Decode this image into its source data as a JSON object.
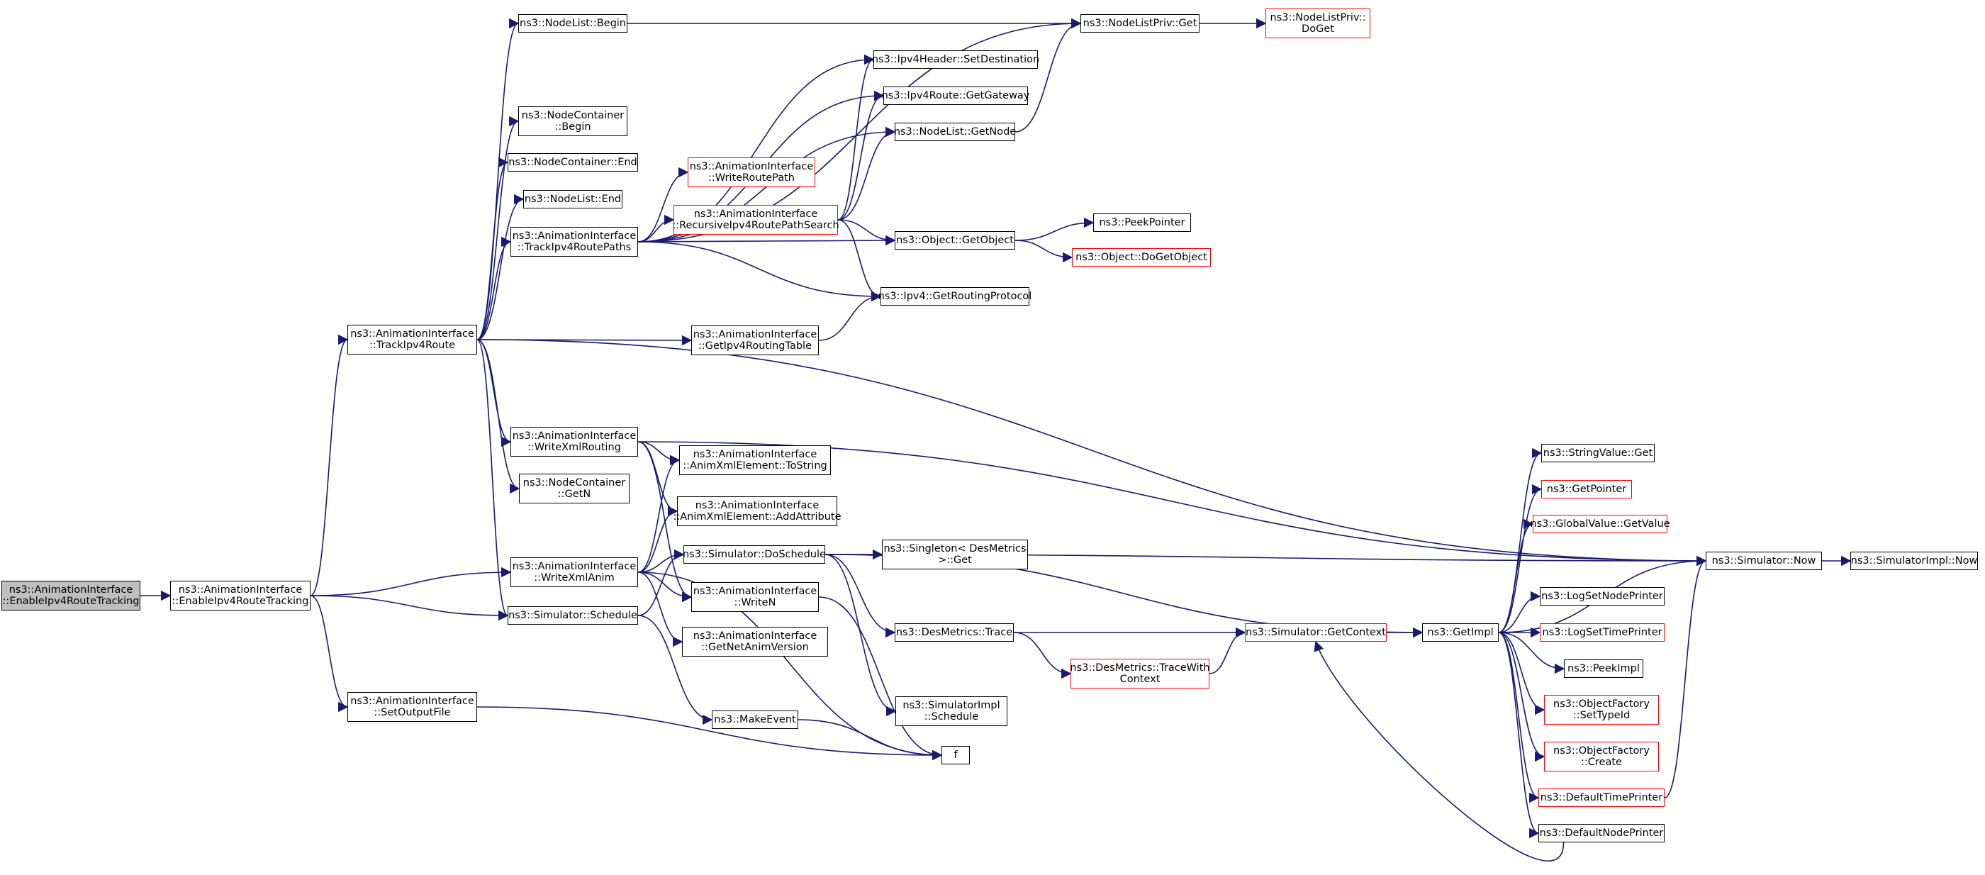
{
  "colors": {
    "edge": "#191970",
    "node_border": "#000000",
    "incomplete_border": "#ff0000",
    "root_fill": "#bfbfbf"
  },
  "nodes": [
    {
      "id": "root",
      "lines": [
        "ns3::AnimationInterface",
        "::EnableIpv4RouteTracking"
      ],
      "style": "root"
    },
    {
      "id": "ert",
      "lines": [
        "ns3::AnimationInterface",
        "::EnableIpv4RouteTracking"
      ],
      "style": "normal"
    },
    {
      "id": "tir",
      "lines": [
        "ns3::AnimationInterface",
        "::TrackIpv4Route"
      ],
      "style": "normal"
    },
    {
      "id": "sof",
      "lines": [
        "ns3::AnimationInterface",
        "::SetOutputFile"
      ],
      "style": "normal"
    },
    {
      "id": "nlb",
      "lines": [
        "ns3::NodeList::Begin"
      ],
      "style": "normal"
    },
    {
      "id": "ncb",
      "lines": [
        "ns3::NodeContainer",
        "::Begin"
      ],
      "style": "normal"
    },
    {
      "id": "nce",
      "lines": [
        "ns3::NodeContainer::End"
      ],
      "style": "normal"
    },
    {
      "id": "nle",
      "lines": [
        "ns3::NodeList::End"
      ],
      "style": "normal"
    },
    {
      "id": "tirp",
      "lines": [
        "ns3::AnimationInterface",
        "::TrackIpv4RoutePaths"
      ],
      "style": "normal"
    },
    {
      "id": "wxr",
      "lines": [
        "ns3::AnimationInterface",
        "::WriteXmlRouting"
      ],
      "style": "normal"
    },
    {
      "id": "ncgn",
      "lines": [
        "ns3::NodeContainer",
        "::GetN"
      ],
      "style": "normal"
    },
    {
      "id": "wxa",
      "lines": [
        "ns3::AnimationInterface",
        "::WriteXmlAnim"
      ],
      "style": "normal"
    },
    {
      "id": "ss",
      "lines": [
        "ns3::Simulator::Schedule"
      ],
      "style": "normal"
    },
    {
      "id": "wrp",
      "lines": [
        "ns3::AnimationInterface",
        "::WriteRoutePath"
      ],
      "style": "red"
    },
    {
      "id": "rirs",
      "lines": [
        "ns3::AnimationInterface",
        "::RecursiveIpv4RoutePathSearch"
      ],
      "style": "red"
    },
    {
      "id": "girt",
      "lines": [
        "ns3::AnimationInterface",
        "::GetIpv4RoutingTable"
      ],
      "style": "normal"
    },
    {
      "id": "ts",
      "lines": [
        "ns3::AnimationInterface",
        "::AnimXmlElement::ToString"
      ],
      "style": "normal"
    },
    {
      "id": "aa",
      "lines": [
        "ns3::AnimationInterface",
        "::AnimXmlElement::AddAttribute"
      ],
      "style": "normal"
    },
    {
      "id": "sds",
      "lines": [
        "ns3::Simulator::DoSchedule"
      ],
      "style": "normal"
    },
    {
      "id": "wn",
      "lines": [
        "ns3::AnimationInterface",
        "::WriteN"
      ],
      "style": "normal"
    },
    {
      "id": "gnav",
      "lines": [
        "ns3::AnimationInterface",
        "::GetNetAnimVersion"
      ],
      "style": "normal"
    },
    {
      "id": "me",
      "lines": [
        "ns3::MakeEvent"
      ],
      "style": "normal"
    },
    {
      "id": "nlpg",
      "lines": [
        "ns3::NodeListPriv::Get"
      ],
      "style": "normal"
    },
    {
      "id": "nlpdg",
      "lines": [
        "ns3::NodeListPriv::",
        "DoGet"
      ],
      "style": "red"
    },
    {
      "id": "ihsd",
      "lines": [
        "ns3::Ipv4Header::SetDestination"
      ],
      "style": "normal"
    },
    {
      "id": "irgg",
      "lines": [
        "ns3::Ipv4Route::GetGateway"
      ],
      "style": "normal"
    },
    {
      "id": "nlgn",
      "lines": [
        "ns3::NodeList::GetNode"
      ],
      "style": "normal"
    },
    {
      "id": "ogo",
      "lines": [
        "ns3::Object::GetObject"
      ],
      "style": "normal"
    },
    {
      "id": "igrp",
      "lines": [
        "ns3::Ipv4::GetRoutingProtocol"
      ],
      "style": "normal"
    },
    {
      "id": "pp",
      "lines": [
        "ns3::PeekPointer"
      ],
      "style": "normal"
    },
    {
      "id": "odgo",
      "lines": [
        "ns3::Object::DoGetObject"
      ],
      "style": "red"
    },
    {
      "id": "sdg",
      "lines": [
        "ns3::Singleton< DesMetrics",
        ">::Get"
      ],
      "style": "normal"
    },
    {
      "id": "dmt",
      "lines": [
        "ns3::DesMetrics::Trace"
      ],
      "style": "normal"
    },
    {
      "id": "dmtwc",
      "lines": [
        "ns3::DesMetrics::TraceWith",
        "Context"
      ],
      "style": "red"
    },
    {
      "id": "sis",
      "lines": [
        "ns3::SimulatorImpl",
        "::Schedule"
      ],
      "style": "normal"
    },
    {
      "id": "f",
      "lines": [
        "f"
      ],
      "style": "normal"
    },
    {
      "id": "sgc",
      "lines": [
        "ns3::Simulator::GetContext"
      ],
      "style": "red"
    },
    {
      "id": "gi",
      "lines": [
        "ns3::GetImpl"
      ],
      "style": "normal"
    },
    {
      "id": "svg",
      "lines": [
        "ns3::StringValue::Get"
      ],
      "style": "normal"
    },
    {
      "id": "gp",
      "lines": [
        "ns3::GetPointer"
      ],
      "style": "red"
    },
    {
      "id": "gvgv",
      "lines": [
        "ns3::GlobalValue::GetValue"
      ],
      "style": "red"
    },
    {
      "id": "sn",
      "lines": [
        "ns3::Simulator::Now"
      ],
      "style": "normal"
    },
    {
      "id": "sin",
      "lines": [
        "ns3::SimulatorImpl::Now"
      ],
      "style": "normal"
    },
    {
      "id": "lsnp",
      "lines": [
        "ns3::LogSetNodePrinter"
      ],
      "style": "normal"
    },
    {
      "id": "lstp",
      "lines": [
        "ns3::LogSetTimePrinter"
      ],
      "style": "red"
    },
    {
      "id": "pi",
      "lines": [
        "ns3::PeekImpl"
      ],
      "style": "normal"
    },
    {
      "id": "ofst",
      "lines": [
        "ns3::ObjectFactory",
        "::SetTypeId"
      ],
      "style": "red"
    },
    {
      "id": "ofc",
      "lines": [
        "ns3::ObjectFactory",
        "::Create"
      ],
      "style": "red"
    },
    {
      "id": "dtp",
      "lines": [
        "ns3::DefaultTimePrinter"
      ],
      "style": "red"
    },
    {
      "id": "dnp",
      "lines": [
        "ns3::DefaultNodePrinter"
      ],
      "style": "normal"
    }
  ],
  "edges": [
    [
      "root",
      "ert"
    ],
    [
      "ert",
      "tir"
    ],
    [
      "ert",
      "wxa"
    ],
    [
      "ert",
      "ss"
    ],
    [
      "ert",
      "sof"
    ],
    [
      "tir",
      "nlb"
    ],
    [
      "tir",
      "ncb"
    ],
    [
      "tir",
      "nce"
    ],
    [
      "tir",
      "nle"
    ],
    [
      "tir",
      "tirp"
    ],
    [
      "tir",
      "wxr"
    ],
    [
      "tir",
      "ncgn"
    ],
    [
      "tir",
      "ss"
    ],
    [
      "tir",
      "girt"
    ],
    [
      "tir",
      "sn"
    ],
    [
      "nlb",
      "nlpg"
    ],
    [
      "nlpg",
      "nlpdg"
    ],
    [
      "tirp",
      "nlpg"
    ],
    [
      "tirp",
      "ihsd"
    ],
    [
      "tirp",
      "irgg"
    ],
    [
      "tirp",
      "nlgn"
    ],
    [
      "tirp",
      "wrp"
    ],
    [
      "tirp",
      "rirs"
    ],
    [
      "tirp",
      "ogo"
    ],
    [
      "tirp",
      "igrp"
    ],
    [
      "rirs",
      "ihsd"
    ],
    [
      "rirs",
      "irgg"
    ],
    [
      "rirs",
      "nlgn"
    ],
    [
      "rirs",
      "ogo"
    ],
    [
      "rirs",
      "igrp"
    ],
    [
      "nlgn",
      "nlpg"
    ],
    [
      "ogo",
      "pp"
    ],
    [
      "ogo",
      "odgo"
    ],
    [
      "girt",
      "igrp"
    ],
    [
      "wxr",
      "sn"
    ],
    [
      "wxr",
      "ts"
    ],
    [
      "wxr",
      "aa"
    ],
    [
      "wxr",
      "wn"
    ],
    [
      "wxa",
      "ts"
    ],
    [
      "wxa",
      "aa"
    ],
    [
      "wxa",
      "sds"
    ],
    [
      "wxa",
      "wn"
    ],
    [
      "wxa",
      "gnav"
    ],
    [
      "wxa",
      "f"
    ],
    [
      "ss",
      "sds"
    ],
    [
      "ss",
      "me"
    ],
    [
      "sds",
      "sdg"
    ],
    [
      "sds",
      "dmt"
    ],
    [
      "sds",
      "gi"
    ],
    [
      "sds",
      "sis"
    ],
    [
      "sds",
      "sn"
    ],
    [
      "dmt",
      "sgc"
    ],
    [
      "dmt",
      "dmtwc"
    ],
    [
      "dmtwc",
      "sgc"
    ],
    [
      "sgc",
      "gi"
    ],
    [
      "wn",
      "f"
    ],
    [
      "me",
      "f"
    ],
    [
      "sof",
      "f"
    ],
    [
      "gi",
      "svg"
    ],
    [
      "gi",
      "gp"
    ],
    [
      "gi",
      "gvgv"
    ],
    [
      "gi",
      "sn"
    ],
    [
      "gi",
      "lsnp"
    ],
    [
      "gi",
      "lstp"
    ],
    [
      "gi",
      "pi"
    ],
    [
      "gi",
      "ofst"
    ],
    [
      "gi",
      "ofc"
    ],
    [
      "gi",
      "dtp"
    ],
    [
      "gi",
      "dnp"
    ],
    [
      "sn",
      "sin"
    ],
    [
      "dtp",
      "sn"
    ],
    [
      "dnp",
      "sgc"
    ]
  ]
}
